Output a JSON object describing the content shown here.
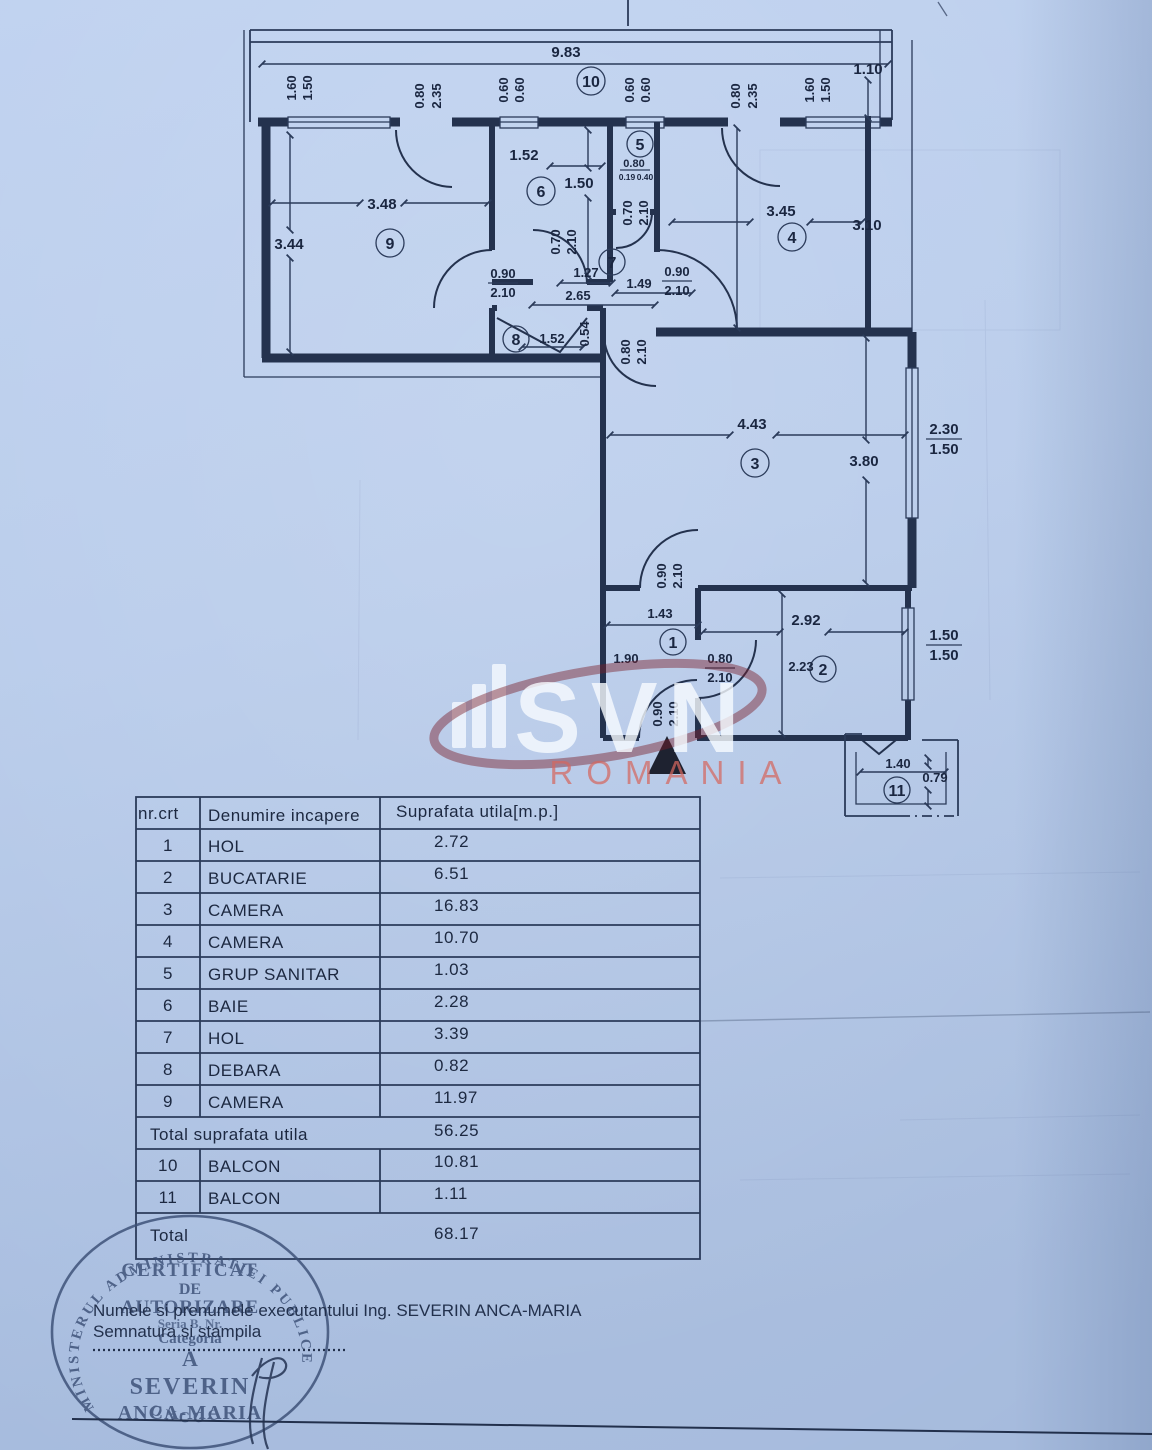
{
  "plan": {
    "balcony10": {
      "no": "10",
      "width": "9.83",
      "depth": "1.10"
    },
    "room9": {
      "no": "9",
      "w": "3.48",
      "h": "3.44"
    },
    "room6": {
      "no": "6",
      "w": "1.52",
      "h": "1.50"
    },
    "room5": {
      "no": "5",
      "d1": "0.80",
      "d2": "0.19",
      "d3": "0.40"
    },
    "room4": {
      "no": "4",
      "w": "3.45",
      "h": "3.10"
    },
    "room7": {
      "no": "7",
      "d1": "1.27",
      "d2": "1.49",
      "d3": "2.65"
    },
    "room8": {
      "no": "8",
      "w": "1.52",
      "d": "0.54"
    },
    "room3": {
      "no": "3",
      "w": "4.43",
      "h": "3.80"
    },
    "room1": {
      "no": "1",
      "w": "1.43",
      "h": "1.90"
    },
    "room2": {
      "no": "2",
      "w": "2.92",
      "h": "2.23"
    },
    "balcony11": {
      "no": "11",
      "w": "1.40",
      "d": "0.79"
    },
    "doors": {
      "balc9": {
        "w": "0.80",
        "h": "2.35"
      },
      "balc4": {
        "w": "0.80",
        "h": "2.35"
      },
      "r9": {
        "w": "0.90",
        "h": "2.10"
      },
      "r4": {
        "w": "0.90",
        "h": "2.10"
      },
      "r6": {
        "w": "0.70",
        "h": "2.10"
      },
      "r5": {
        "w": "0.70",
        "h": "2.10"
      },
      "r3": {
        "w": "0.80",
        "h": "2.10"
      },
      "r3r1": {
        "w": "0.90",
        "h": "2.10"
      },
      "r1r2": {
        "w": "0.80",
        "h": "2.10"
      },
      "entry": {
        "w": "0.90",
        "h": "2.10"
      }
    },
    "windows": {
      "w9": {
        "a": "1.60",
        "b": "1.50"
      },
      "w6": {
        "a": "0.60",
        "b": "0.60"
      },
      "w5": {
        "a": "0.60",
        "b": "0.60"
      },
      "w4": {
        "a": "1.60",
        "b": "1.50"
      },
      "w3": {
        "a": "2.30",
        "b": "1.50"
      },
      "w2": {
        "a": "1.50",
        "b": "1.50"
      }
    }
  },
  "table": {
    "headers": [
      "nr.crt",
      "Denumire incapere",
      "Suprafata utila[m.p.]"
    ],
    "rows": [
      {
        "no": "1",
        "name": "HOL",
        "area": "2.72"
      },
      {
        "no": "2",
        "name": "BUCATARIE",
        "area": "6.51"
      },
      {
        "no": "3",
        "name": "CAMERA",
        "area": "16.83"
      },
      {
        "no": "4",
        "name": "CAMERA",
        "area": "10.70"
      },
      {
        "no": "5",
        "name": "GRUP SANITAR",
        "area": "1.03"
      },
      {
        "no": "6",
        "name": "BAIE",
        "area": "2.28"
      },
      {
        "no": "7",
        "name": "HOL",
        "area": "3.39"
      },
      {
        "no": "8",
        "name": "DEBARA",
        "area": "0.82"
      },
      {
        "no": "9",
        "name": "CAMERA",
        "area": "11.97"
      }
    ],
    "subtotal": {
      "label": "Total suprafata utila",
      "value": "56.25"
    },
    "balcony_rows": [
      {
        "no": "10",
        "name": "BALCON",
        "area": "10.81"
      },
      {
        "no": "11",
        "name": "BALCON",
        "area": "1.11"
      }
    ],
    "total": {
      "label": "Total",
      "value": "68.17"
    }
  },
  "watermark": {
    "brand": "SVN",
    "country": "ROMANIA"
  },
  "footer": {
    "line1": "Numele si prenumele executantului  Ing. SEVERIN ANCA-MARIA",
    "line2": "Semnatura si stampila",
    "stamp": {
      "ring": "MINISTERUL ADMINISTRATIEI PUBLICE",
      "ring_bottom": "ONCGC",
      "l1": "CERTIFICAT",
      "l2": "DE",
      "l3": "AUTORIZARE",
      "l4": "Seria B. Nr.",
      "l5": "Categoria",
      "l6": "A",
      "l7": "SEVERIN",
      "l8": "ANCA-MARIA"
    }
  },
  "colors": {
    "paper": "#b6caea",
    "ink": "#24324e",
    "stamp": "#3b4f76",
    "watermark_red": "#c2655f"
  }
}
